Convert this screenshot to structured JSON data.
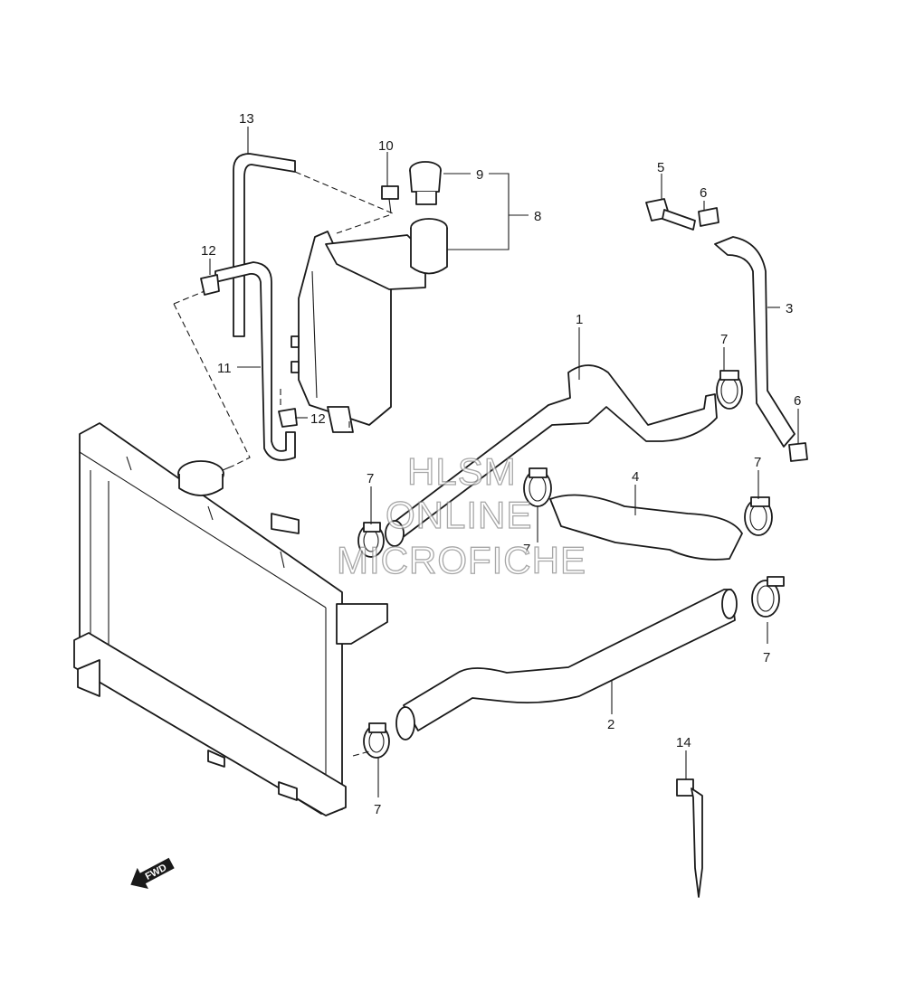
{
  "callouts": {
    "c1": "1",
    "c2": "2",
    "c3": "3",
    "c4": "4",
    "c5": "5",
    "c6a": "6",
    "c6b": "6",
    "c7a": "7",
    "c7b": "7",
    "c7c": "7",
    "c7d": "7",
    "c7e": "7",
    "c7f": "7",
    "c8": "8",
    "c9": "9",
    "c10": "10",
    "c11": "11",
    "c12a": "12",
    "c12b": "12",
    "c13": "13",
    "c14": "14"
  },
  "watermark": {
    "line1": "HLSM",
    "line2": "ONLINE",
    "line3": "MICROFICHE"
  },
  "forward_arrow": {
    "label": "FWD"
  },
  "colors": {
    "ink": "#1a1a1a",
    "paper": "#ffffff",
    "watermark": "#8a8a8a"
  }
}
